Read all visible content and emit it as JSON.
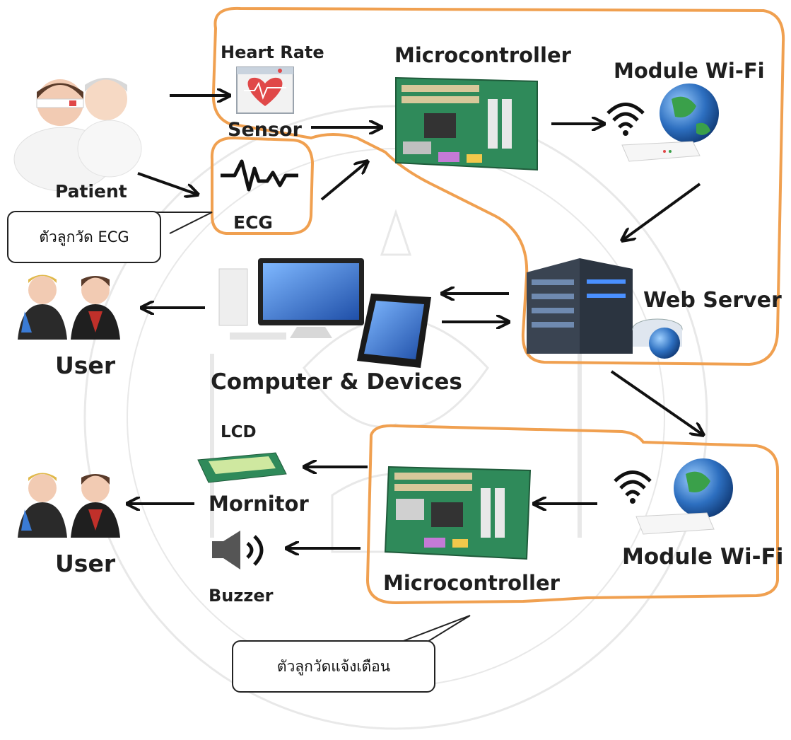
{
  "labels": {
    "heart_rate": "Heart Rate",
    "sensor": "Sensor",
    "microcontroller_top": "Microcontroller",
    "module_wifi_top": "Module Wi-Fi",
    "patient": "Patient",
    "ecg": "ECG",
    "web_server": "Web Server",
    "user_top": "User",
    "computer_devices": "Computer & Devices",
    "lcd": "LCD",
    "mornitor": "Mornitor",
    "user_bottom": "User",
    "buzzer": "Buzzer",
    "microcontroller_bottom": "Microcontroller",
    "module_wifi_bottom": "Module Wi-Fi"
  },
  "callouts": {
    "ecg_probe": "ตัวลูกวัด ECG",
    "alert_probe": "ตัวลูกวัดแจ้งเตือน"
  },
  "colors": {
    "group_outline": "#f0a050",
    "arrow": "#111111",
    "board_green": "#2f8a5a",
    "server_dark": "#2b3440",
    "globe_blue": "#2d6fc0",
    "heart_red": "#e04848"
  }
}
